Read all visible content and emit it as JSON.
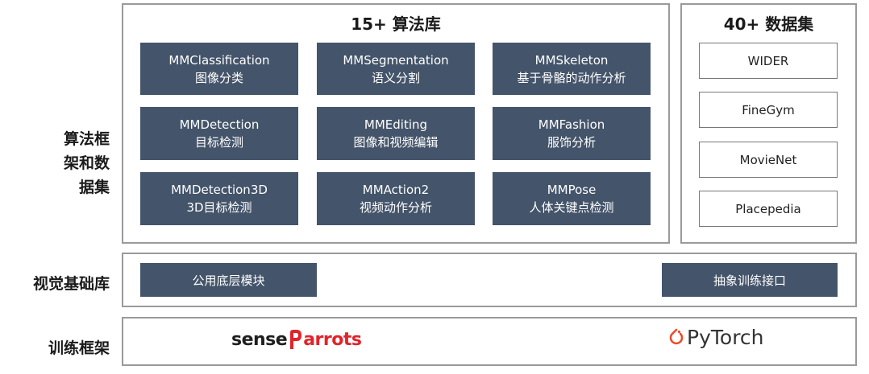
{
  "labels": {
    "row1": [
      "算法框",
      "架和数",
      "据集"
    ],
    "row2": "视觉基础库",
    "row3": "训练框架"
  },
  "algorithms": {
    "title": "15+ 算法库",
    "items": [
      {
        "en": "MMClassification",
        "zh": "图像分类"
      },
      {
        "en": "MMSegmentation",
        "zh": "语义分割"
      },
      {
        "en": "MMSkeleton",
        "zh": "基于骨骼的动作分析"
      },
      {
        "en": "MMDetection",
        "zh": "目标检测"
      },
      {
        "en": "MMEditing",
        "zh": "图像和视频编辑"
      },
      {
        "en": "MMFashion",
        "zh": "服饰分析"
      },
      {
        "en": "MMDetection3D",
        "zh": "3D目标检测"
      },
      {
        "en": "MMAction2",
        "zh": "视频动作分析"
      },
      {
        "en": "MMPose",
        "zh": "人体关键点检测"
      }
    ]
  },
  "datasets": {
    "title": "40+ 数据集",
    "items": [
      "WIDER",
      "FineGym",
      "MovieNet",
      "Placepedia"
    ]
  },
  "vision_base": {
    "left": "公用底层模块",
    "right": "抽象训练接口"
  },
  "training": {
    "sense_prefix": "sense",
    "sense_suffix": "arrots",
    "pytorch": "PyTorch"
  },
  "colors": {
    "tile": "#44546a",
    "border": "#9a9a9a",
    "sense_red": "#e2232a",
    "pytorch_orange": "#ee4c2c"
  }
}
